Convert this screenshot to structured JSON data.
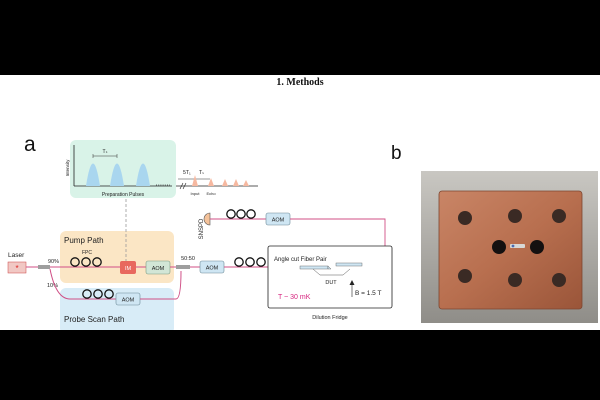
{
  "heading": "1.   Methods",
  "panel_labels": {
    "a": "a",
    "b": "b"
  },
  "diagram": {
    "intensity_axis": "Intensity",
    "period_label": "Tₛ",
    "preparation_pulses": "Preparation Pulses",
    "delay_label": "5T₁",
    "echo_delay_label": "Tₛ",
    "input_label": "Input",
    "echo_label": "Echo",
    "snspd": "SNSPD",
    "aom": "AOM",
    "laser": "Laser",
    "split_90": "90%",
    "split_10": "10%",
    "pump_path": "Pump Path",
    "fpc": "FPC",
    "im": "IM",
    "coupler": "50:50",
    "probe_scan_path": "Probe Scan Path",
    "fiber_pair": "Angle cut Fiber Pair",
    "dut": "DUT",
    "temperature": "T ~ 30 mK",
    "field": "B = 1.5 T",
    "fridge": "Dilution Fridge"
  },
  "colors": {
    "pulse_blue": "#a9d6ef",
    "echo_orange": "#f6b8a0",
    "pump_box": "#fbe6c5",
    "probe_box": "#d8ecf7",
    "prep_box": "#d9f3e8",
    "im_red": "#e8685e",
    "aom_green": "#d2e6d6",
    "aom_blue": "#cfe6f3",
    "fiber_pink": "#d04f86",
    "temp_magenta": "#d6257f",
    "copper": "#b86f4f"
  }
}
